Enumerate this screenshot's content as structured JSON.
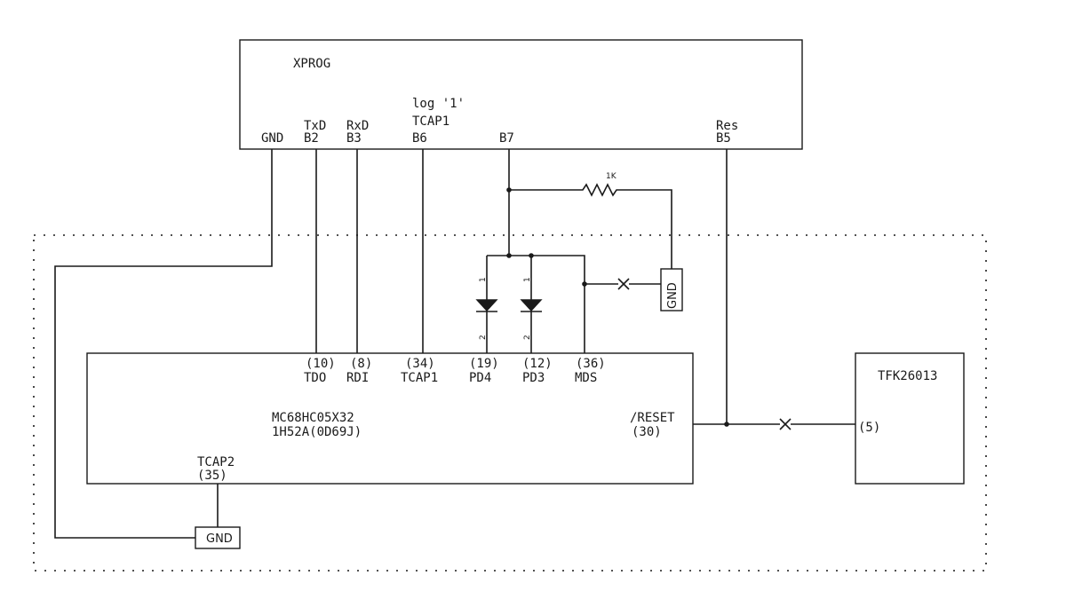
{
  "xprog": {
    "title": "XPROG",
    "pins": {
      "gnd": "GND",
      "txd_name": "TxD",
      "txd_port": "B2",
      "rxd_name": "RxD",
      "rxd_port": "B3",
      "tcap_note": "log '1'",
      "tcap_name": "TCAP1",
      "tcap_port": "B6",
      "b7_port": "B7",
      "res_name": "Res",
      "res_port": "B5"
    }
  },
  "resistor": {
    "label": "1K"
  },
  "diodes": [
    {
      "pin1": "1",
      "pin2": "2"
    },
    {
      "pin1": "1",
      "pin2": "2"
    }
  ],
  "gnd_boxes": {
    "right": "GND",
    "bottom": "GND"
  },
  "mcu": {
    "part_number": "MC68HC05X32",
    "mask_code": "1H52A(0D69J)",
    "pins": [
      {
        "num": "(10)",
        "name": "TDO"
      },
      {
        "num": "(8)",
        "name": "RDI"
      },
      {
        "num": "(34)",
        "name": "TCAP1"
      },
      {
        "num": "(19)",
        "name": "PD4"
      },
      {
        "num": "(12)",
        "name": "PD3"
      },
      {
        "num": "(36)",
        "name": "MDS"
      }
    ],
    "reset_name": "/RESET",
    "reset_num": "(30)",
    "tcap2_name": "TCAP2",
    "tcap2_num": "(35)"
  },
  "tfk": {
    "title": "TFK26013",
    "pin": "(5)"
  }
}
